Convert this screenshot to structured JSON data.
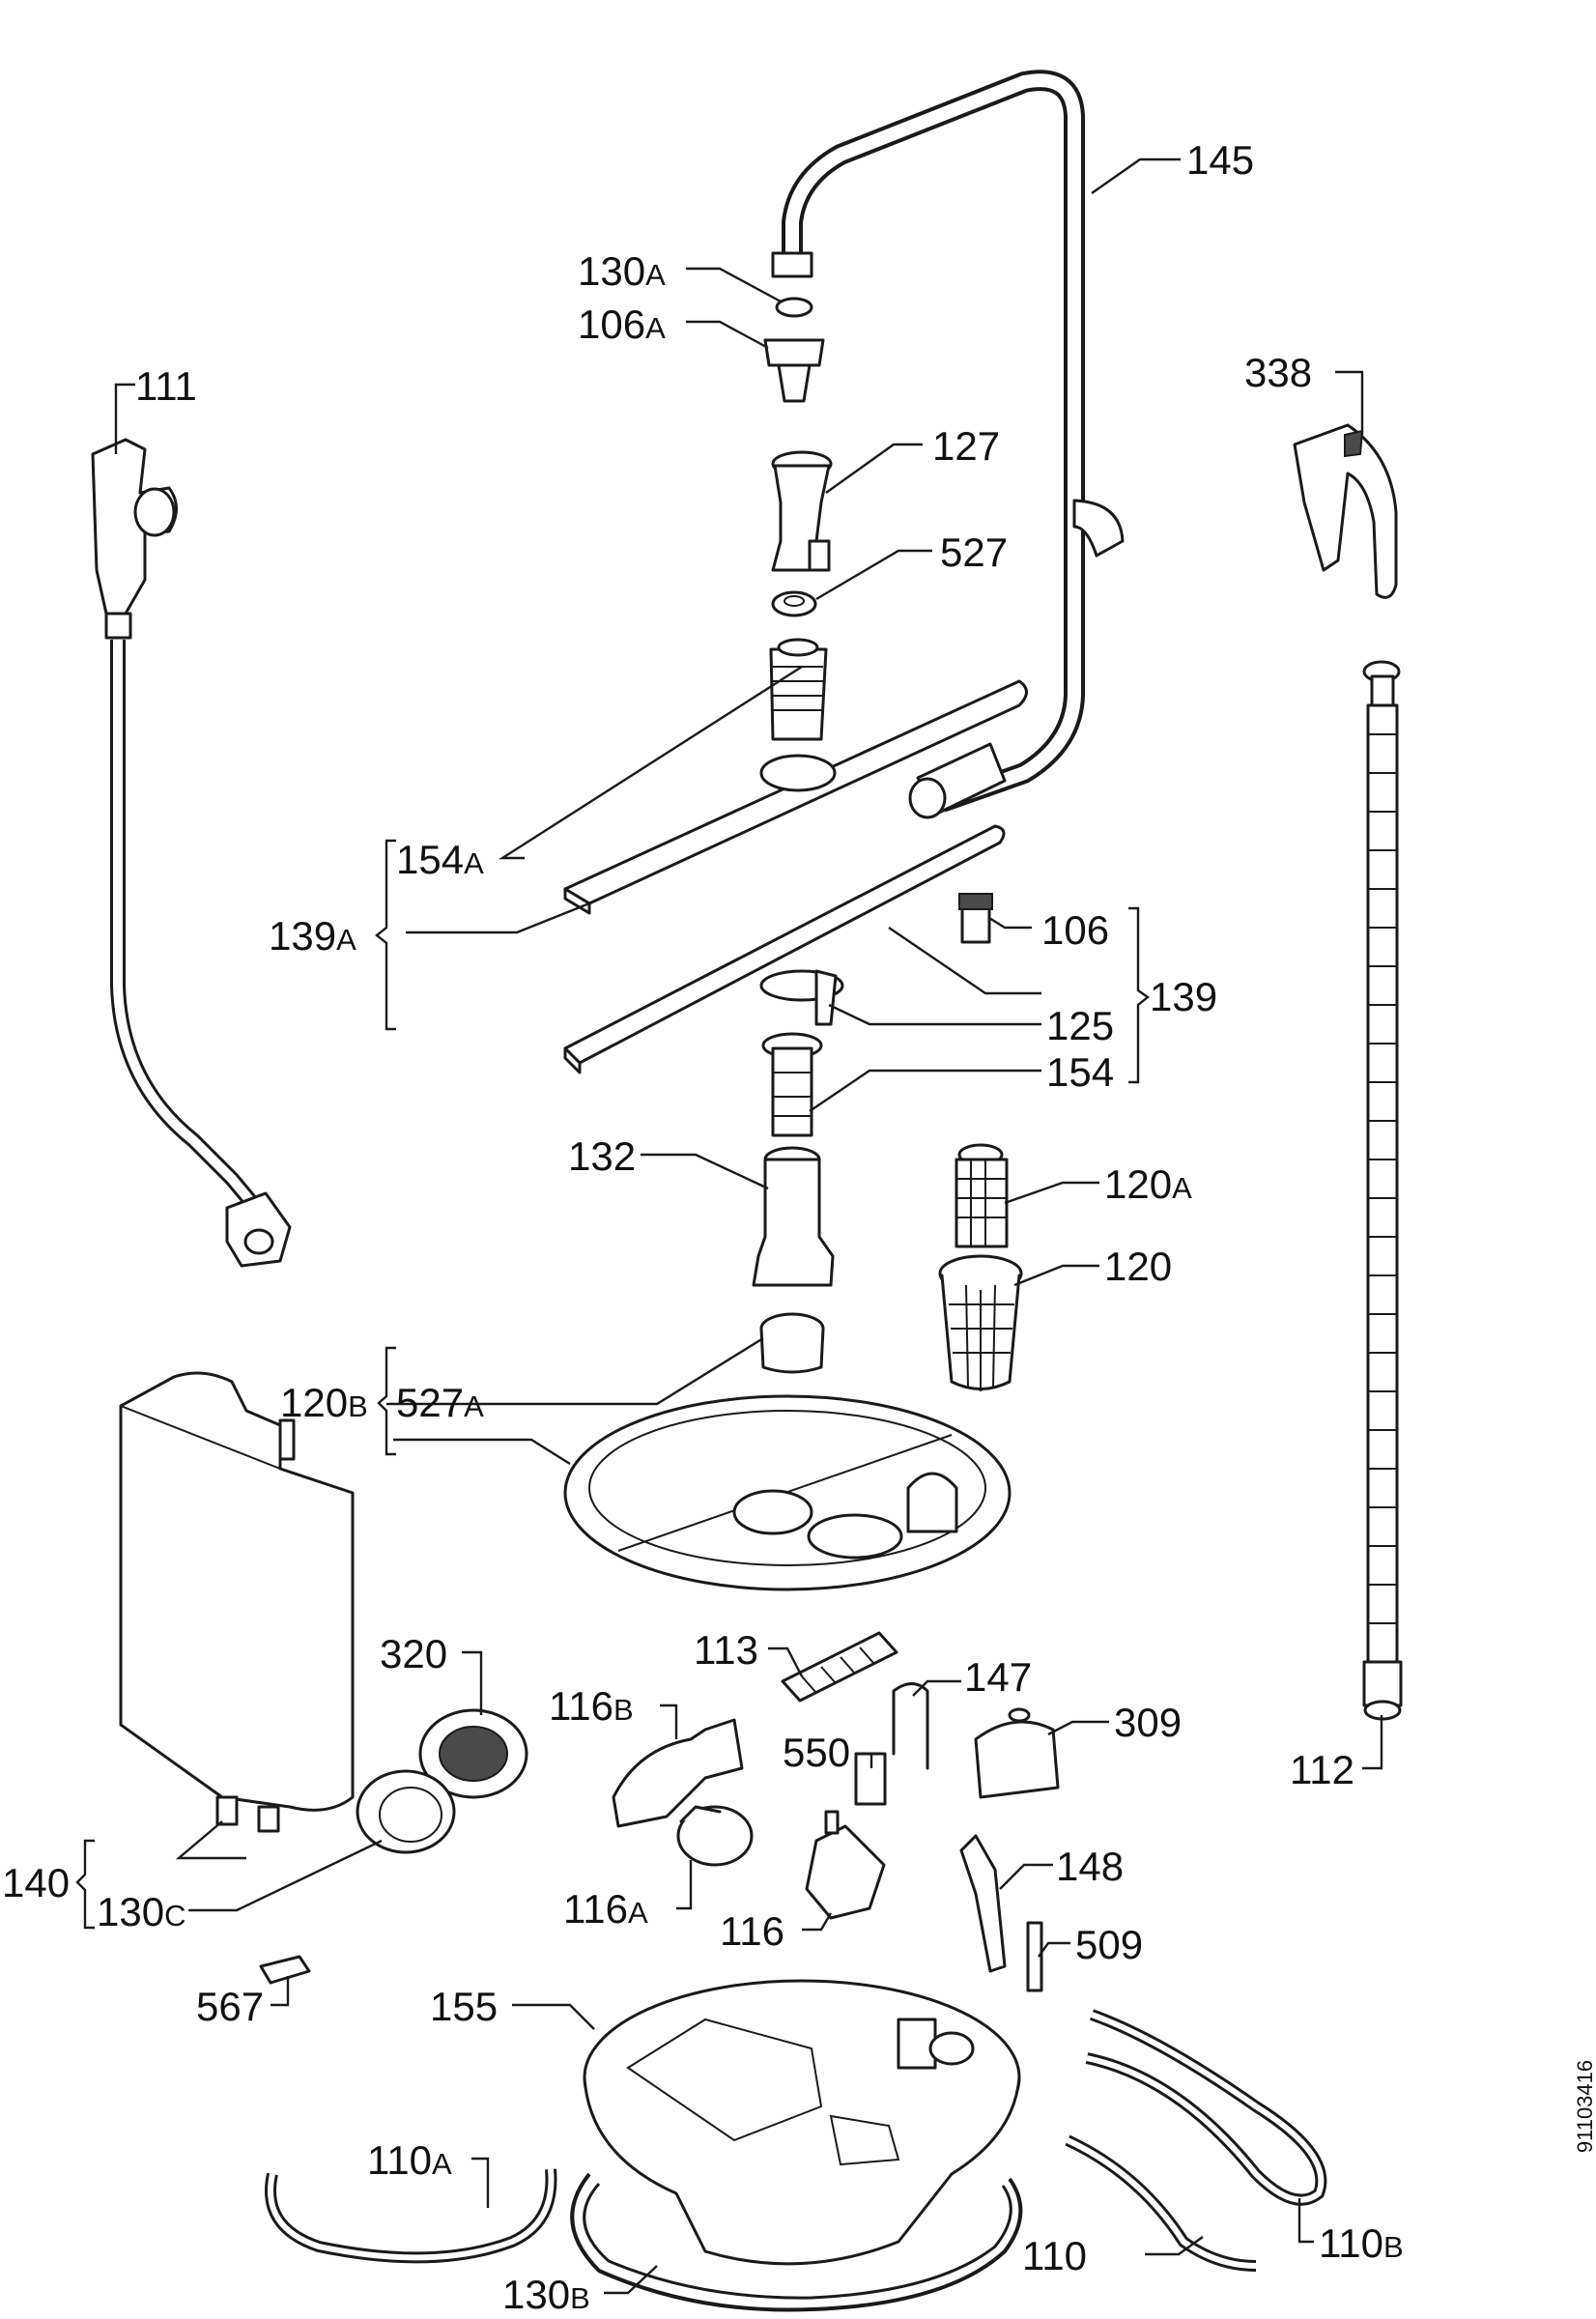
{
  "drawing_number": "91103416",
  "labels": {
    "l145": {
      "num": "145",
      "sfx": ""
    },
    "l130A": {
      "num": "130",
      "sfx": "A"
    },
    "l106A": {
      "num": "106",
      "sfx": "A"
    },
    "l111": {
      "num": "111",
      "sfx": ""
    },
    "l338": {
      "num": "338",
      "sfx": ""
    },
    "l127": {
      "num": "127",
      "sfx": ""
    },
    "l527": {
      "num": "527",
      "sfx": ""
    },
    "l154A": {
      "num": "154",
      "sfx": "A"
    },
    "l139A": {
      "num": "139",
      "sfx": "A"
    },
    "l106": {
      "num": "106",
      "sfx": ""
    },
    "l139": {
      "num": "139",
      "sfx": ""
    },
    "l125": {
      "num": "125",
      "sfx": ""
    },
    "l154": {
      "num": "154",
      "sfx": ""
    },
    "l132": {
      "num": "132",
      "sfx": ""
    },
    "l120A": {
      "num": "120",
      "sfx": "A"
    },
    "l120": {
      "num": "120",
      "sfx": ""
    },
    "l120B": {
      "num": "120",
      "sfx": "B"
    },
    "l527A": {
      "num": "527",
      "sfx": "A"
    },
    "l320": {
      "num": "320",
      "sfx": ""
    },
    "l113": {
      "num": "113",
      "sfx": ""
    },
    "l147": {
      "num": "147",
      "sfx": ""
    },
    "l116B": {
      "num": "116",
      "sfx": "B"
    },
    "l550": {
      "num": "550",
      "sfx": ""
    },
    "l309": {
      "num": "309",
      "sfx": ""
    },
    "l112": {
      "num": "112",
      "sfx": ""
    },
    "l140": {
      "num": "140",
      "sfx": ""
    },
    "l130C": {
      "num": "130",
      "sfx": "C"
    },
    "l116A": {
      "num": "116",
      "sfx": "A"
    },
    "l116": {
      "num": "116",
      "sfx": ""
    },
    "l148": {
      "num": "148",
      "sfx": ""
    },
    "l509": {
      "num": "509",
      "sfx": ""
    },
    "l567": {
      "num": "567",
      "sfx": ""
    },
    "l155": {
      "num": "155",
      "sfx": ""
    },
    "l110A": {
      "num": "110",
      "sfx": "A"
    },
    "l110": {
      "num": "110",
      "sfx": ""
    },
    "l110B": {
      "num": "110",
      "sfx": "B"
    },
    "l130B": {
      "num": "130",
      "sfx": "B"
    }
  }
}
